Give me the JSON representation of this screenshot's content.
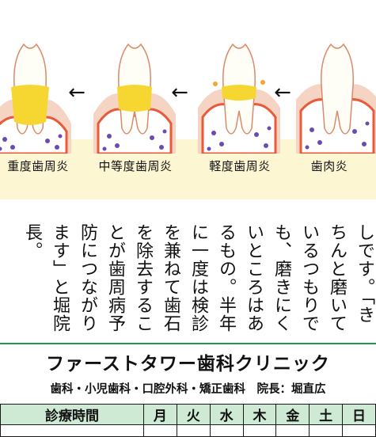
{
  "stages": [
    {
      "label": "重度歯周炎",
      "severity": "severe"
    },
    {
      "label": "中等度歯周炎",
      "severity": "moderate"
    },
    {
      "label": "軽度歯周炎",
      "severity": "mild"
    },
    {
      "label": "歯肉炎",
      "severity": "gingivitis"
    }
  ],
  "arrow_glyph": "←",
  "article": {
    "lines": [
      "しです。「き",
      "ちんと磨いて",
      "いるつもりで",
      "も、磨きにく",
      "いところはあ",
      "るもの。半年",
      "に一度は検診",
      "を兼ねて歯石",
      "を除去するこ",
      "とが歯周病予",
      "防につながり",
      "ます」と堀院",
      "長。"
    ]
  },
  "clinic": {
    "name": "ファーストタワー歯科クリニック",
    "subtitle": "歯科・小児歯科・口腔外科・矯正歯科　院長：堀直広"
  },
  "schedule": {
    "header": "診療時間",
    "days": [
      "月",
      "火",
      "水",
      "木",
      "金",
      "土",
      "日"
    ]
  },
  "colors": {
    "band": "#fdf6d3",
    "gum": "#e85a3a",
    "bone": "#6a4bb5",
    "tartar": "#f6d630",
    "accent_green": "#1a9c4a",
    "table_fill": "#cfead4"
  }
}
